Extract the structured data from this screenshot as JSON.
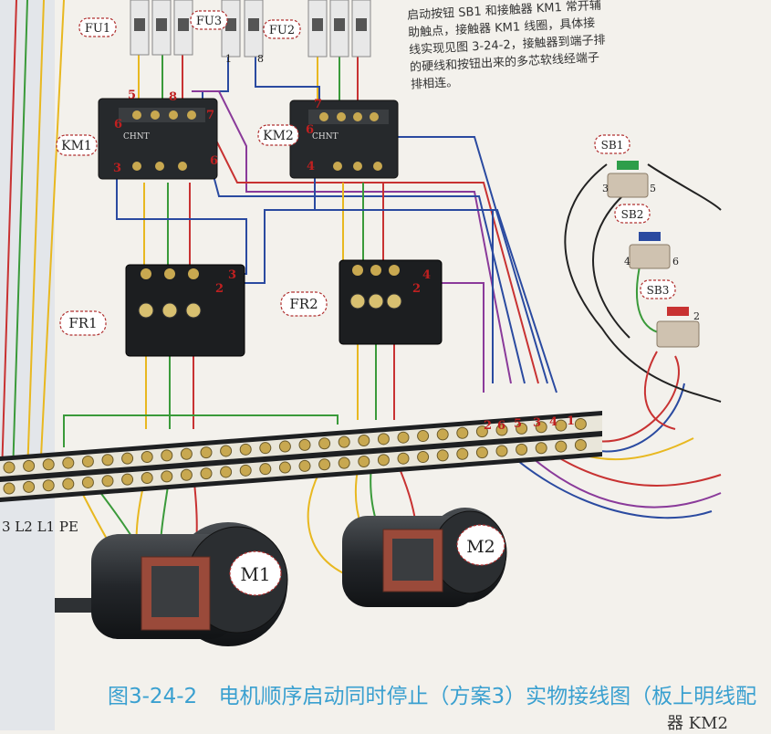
{
  "figure": {
    "number": "图3-24-2",
    "title": "电机顺序启动同时停止（方案3）实物接线图（板上明线配",
    "bottom_fragment": "器 KM2"
  },
  "notes": [
    "启动按钮 SB1 和接触器 KM1 常开辅",
    "助触点，接触器 KM1 线圈，具体接",
    "线实现见图 3-24-2，接触器到端子排",
    "的硬线和按钮出来的多芯软线经端子",
    "排相连。"
  ],
  "labels": {
    "fu1": "FU1",
    "fu2": "FU2",
    "fu3": "FU3",
    "fu3_pin1": "1",
    "fu3_pin8": "8",
    "km1": "KM1",
    "km2": "KM2",
    "fr1": "FR1",
    "fr2": "FR2",
    "sb1": "SB1",
    "sb2": "SB2",
    "sb3": "SB3",
    "m1": "M1",
    "m2": "M2",
    "terminal_line": "3 L2 L1 PE",
    "brand": "CHNT"
  },
  "wire_numbers": {
    "km1": [
      "5",
      "8",
      "6",
      "7",
      "3",
      "6"
    ],
    "km2": [
      "7",
      "6",
      "4"
    ],
    "fr1": [
      "2",
      "3"
    ],
    "fr2": [
      "2",
      "4"
    ],
    "terminal": [
      "2",
      "6",
      "5",
      "3",
      "4",
      "1"
    ],
    "sb1": [
      "3",
      "5"
    ],
    "sb2": [
      "4",
      "6"
    ],
    "sb3": [
      "2"
    ]
  },
  "colors": {
    "wire_yellow": "#e8b820",
    "wire_green": "#3a9a3a",
    "wire_red": "#c83232",
    "wire_blue": "#2a4aa0",
    "wire_purple": "#8a3a9a",
    "caption_blue": "#3aa0d0",
    "label_red": "#b03030"
  }
}
